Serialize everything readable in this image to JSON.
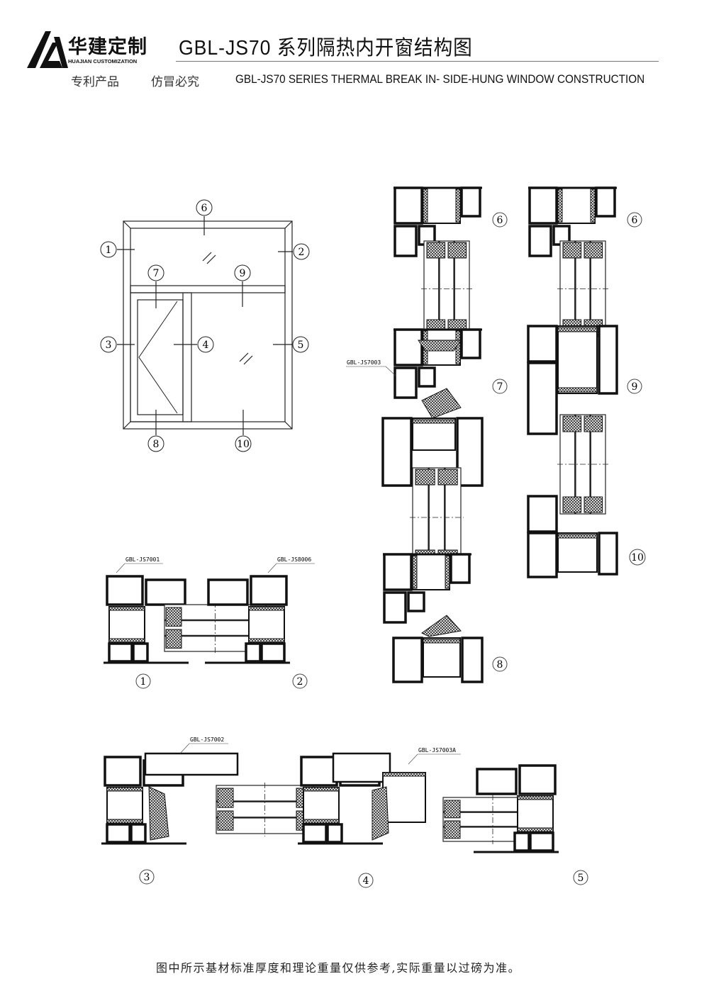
{
  "header": {
    "brand_cn": "华建定制",
    "brand_en": "HUAJIAN CUSTOMIZATION",
    "title": "GBL-JS70 系列隔热内开窗结构图",
    "patent": "专利产品",
    "counterfeit": "仿冒必究",
    "subtitle": "GBL-JS70 SERIES   THERMAL BREAK IN- SIDE-HUNG WINDOW CONSTRUCTION"
  },
  "callouts": {
    "n1": "1",
    "n2": "2",
    "n3": "3",
    "n4": "4",
    "n5": "5",
    "n6": "6",
    "n7": "7",
    "n8": "8",
    "n9": "9",
    "n10": "10"
  },
  "profiles": {
    "p7001": "GBL-JS7001",
    "p8006": "GBL-JS8006",
    "p7003": "GBL-JS7003",
    "p7002": "GBL-JS7002",
    "p7003a": "GBL-JS7003A"
  },
  "footer": "图中所示基材标准厚度和理论重量仅供参考,实际重量以过磅为准。"
}
